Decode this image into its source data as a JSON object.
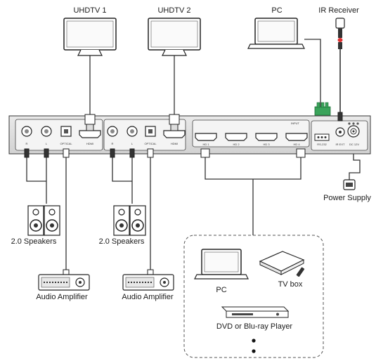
{
  "devices": {
    "uhdtv1": "UHDTV 1",
    "uhdtv2": "UHDTV 2",
    "pc_top": "PC",
    "ir_receiver": "IR Receiver",
    "power_supply": "Power Supply",
    "speakers_left": "2.0 Speakers",
    "speakers_mid": "2.0 Speakers",
    "amp_left": "Audio Amplifier",
    "amp_mid": "Audio Amplifier",
    "pc_bottom": "PC",
    "tv_box": "TV box",
    "dvd_player": "DVD or Blu-ray Player"
  },
  "panel": {
    "audio1_r": "R",
    "audio1_l": "L",
    "audio1_optical": "OPTICAL",
    "hdmi_out1": "HDMI",
    "audio2_r": "R",
    "audio2_l": "L",
    "audio2_optical": "OPTICAL",
    "hdmi_out2": "HDMI",
    "input_title": "INPUT",
    "hdmi_in1": "HD 1",
    "hdmi_in2": "HD 2",
    "hdmi_in3": "HD 3",
    "hdmi_in4": "HD 4",
    "rs232": "RS-232",
    "ir_ext": "IR EXT",
    "dc": "DC 12V"
  },
  "icons": {
    "monitor": "monitor-icon",
    "laptop": "laptop-icon",
    "ir_receiver": "ir-receiver-icon",
    "power_adapter": "power-adapter-icon",
    "speaker": "speaker-icon",
    "amplifier": "amplifier-icon",
    "tv_box": "tv-box-icon",
    "dvd": "dvd-player-icon"
  }
}
